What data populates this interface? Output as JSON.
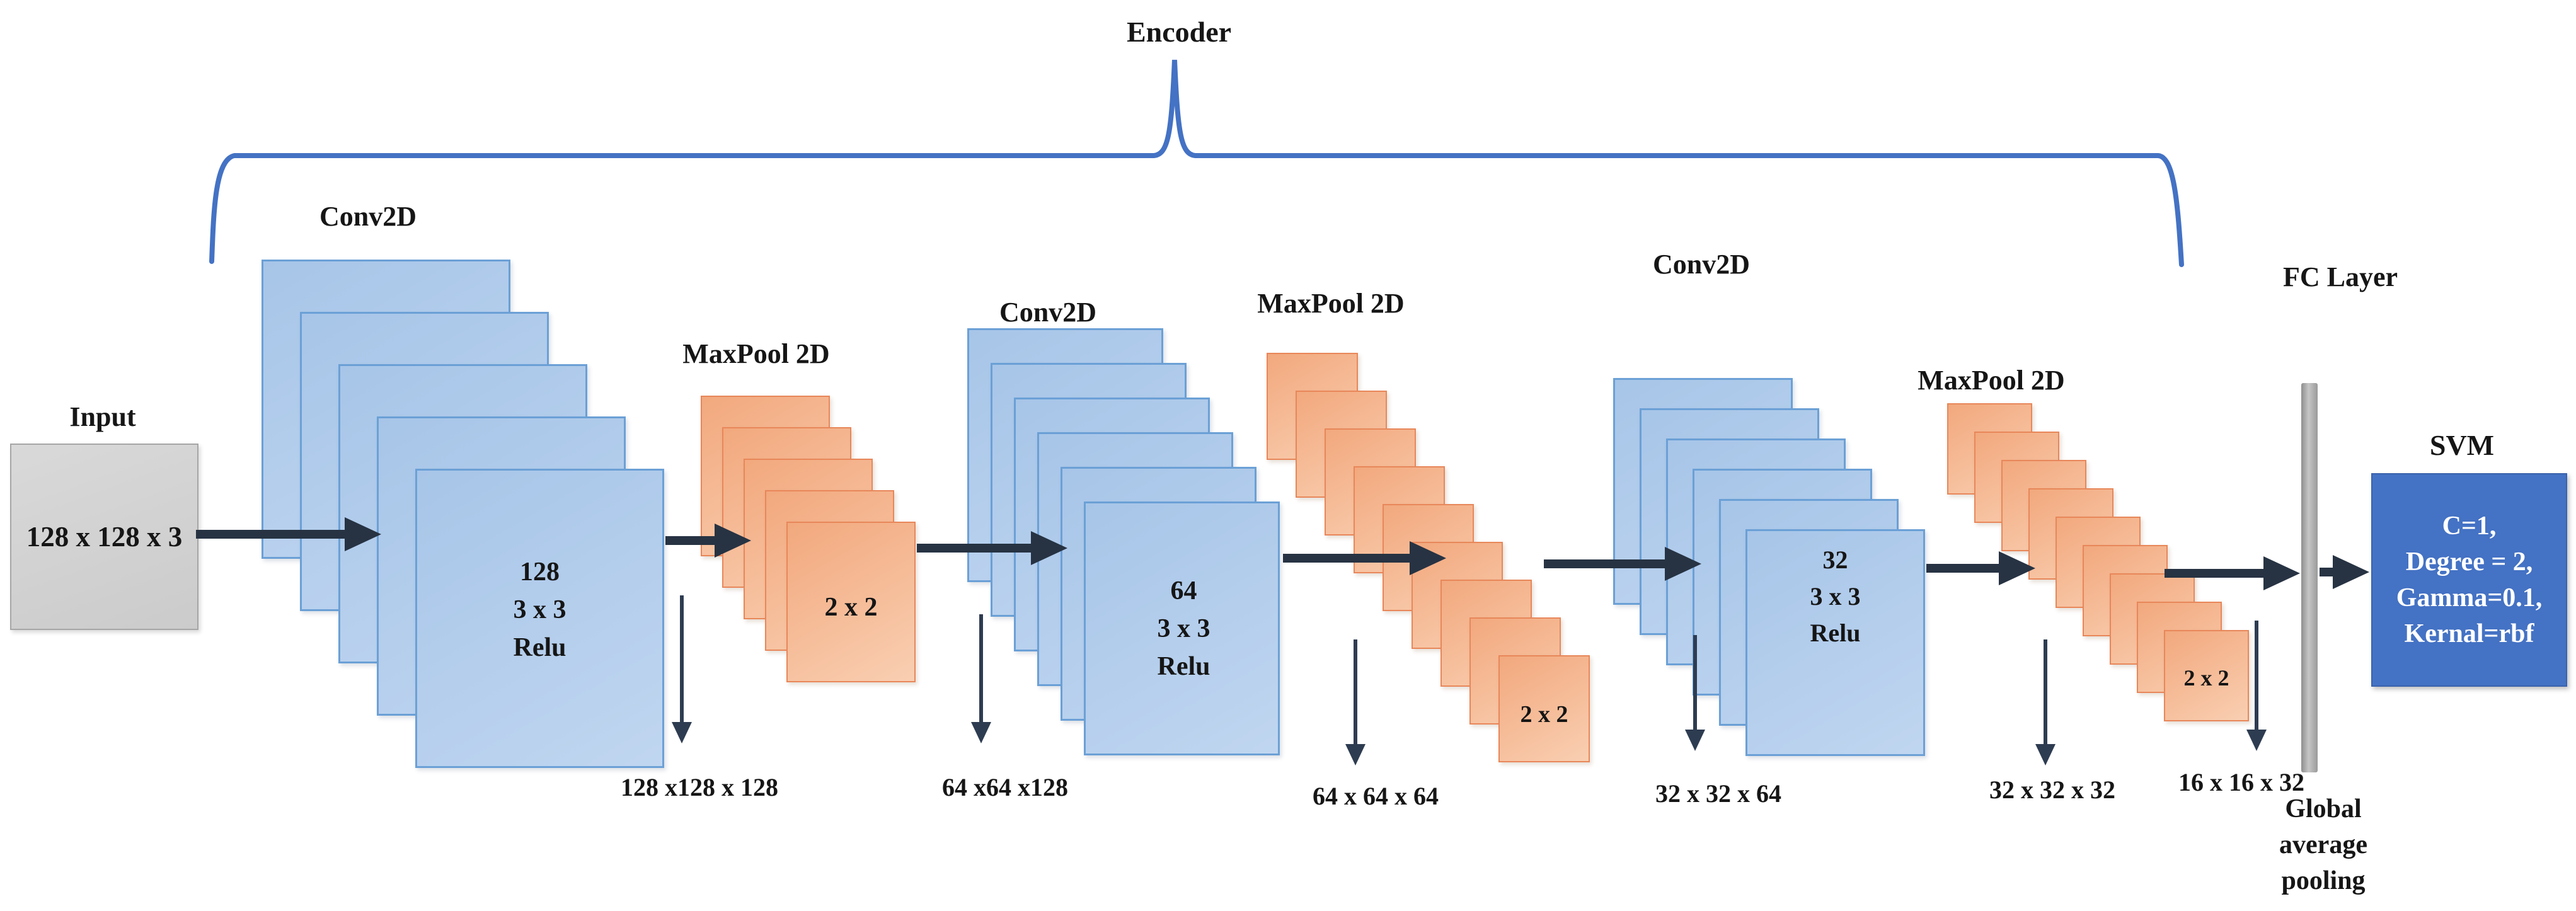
{
  "encoder": {
    "label": "Encoder"
  },
  "input": {
    "label": "Input",
    "dims": "128 x 128 x 3"
  },
  "stages": [
    {
      "id": "conv1",
      "label": "Conv2D",
      "lines": [
        "128",
        "3 x 3",
        "Relu"
      ]
    },
    {
      "id": "maxpool1",
      "label": "MaxPool 2D",
      "lines": [
        "2 x 2"
      ]
    },
    {
      "id": "conv2",
      "label": "Conv2D",
      "lines": [
        "64",
        "3 x 3",
        "Relu"
      ]
    },
    {
      "id": "maxpool2",
      "label": "MaxPool 2D",
      "lines": [
        "2 x 2"
      ]
    },
    {
      "id": "conv3",
      "label": "Conv2D",
      "lines": [
        "32",
        "3 x 3",
        "Relu"
      ]
    },
    {
      "id": "maxpool3",
      "label": "MaxPool 2D",
      "lines": [
        "2 x 2"
      ]
    }
  ],
  "output_dims": [
    "128 x128 x 128",
    "64 x64 x128",
    "64 x 64 x 64",
    "32 x 32 x 64",
    "32 x 32 x 32",
    "16 x 16 x 32"
  ],
  "fc": {
    "label": "FC Layer",
    "pooling_lines": [
      "Global",
      "average",
      "pooling"
    ]
  },
  "svm": {
    "label": "SVM",
    "param_lines": [
      "C=1,",
      "Degree = 2,",
      "Gamma=0.1,",
      "Kernal=rbf"
    ]
  },
  "colors": {
    "blue_top": "#a7c5e8",
    "blue_bottom": "#c0d6f0",
    "blue_border": "#6ba0d6",
    "orange_top": "#f2a87d",
    "orange_bottom": "#f9cfb2",
    "orange_border": "#e8875a",
    "arrow": "#273343",
    "down_arrow": "#2e3c51",
    "brace": "#4472c4",
    "input_border": "#a6a6a6",
    "fc_fill": "#a8a8a8",
    "svm_fill": "#4472c4",
    "svm_text": "#ffffff"
  }
}
